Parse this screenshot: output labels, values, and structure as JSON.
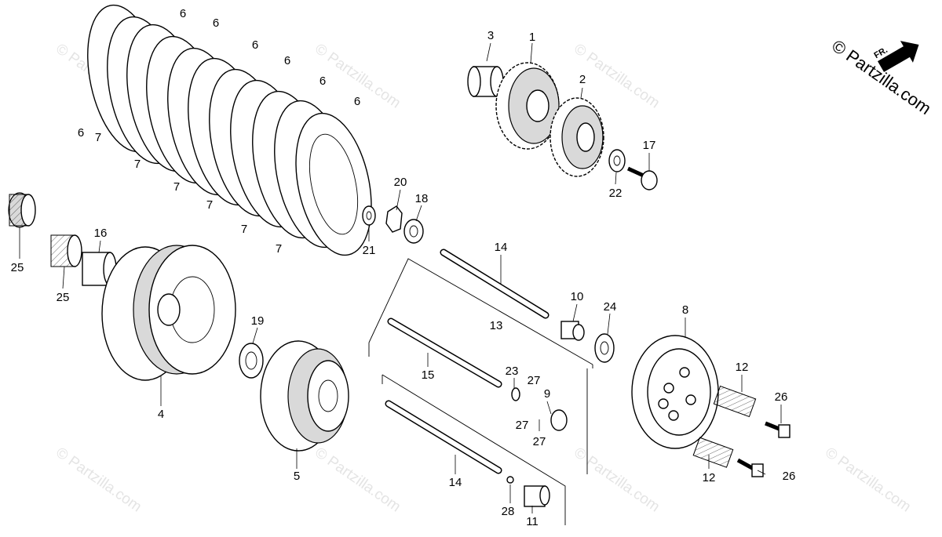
{
  "brand": {
    "text": "© Partzilla.com"
  },
  "watermark": {
    "text": "© Partzilla.com"
  },
  "front_indicator": {
    "label": "FR."
  },
  "callouts": {
    "p1": "1",
    "p2": "2",
    "p3": "3",
    "p4": "4",
    "p5": "5",
    "p6a": "6",
    "p6b": "6",
    "p6c": "6",
    "p6d": "6",
    "p6e": "6",
    "p6f": "6",
    "p6g": "6",
    "p7a": "7",
    "p7b": "7",
    "p7c": "7",
    "p7d": "7",
    "p7e": "7",
    "p7f": "7",
    "p8": "8",
    "p9": "9",
    "p10": "10",
    "p11": "11",
    "p12a": "12",
    "p12b": "12",
    "p13": "13",
    "p14a": "14",
    "p14b": "14",
    "p15": "15",
    "p16": "16",
    "p17": "17",
    "p18": "18",
    "p19": "19",
    "p20": "20",
    "p21": "21",
    "p22": "22",
    "p23": "23",
    "p24": "24",
    "p25a": "25",
    "p25b": "25",
    "p26a": "26",
    "p26b": "26",
    "p27a": "27",
    "p27b": "27",
    "p27c": "27",
    "p28": "28"
  }
}
